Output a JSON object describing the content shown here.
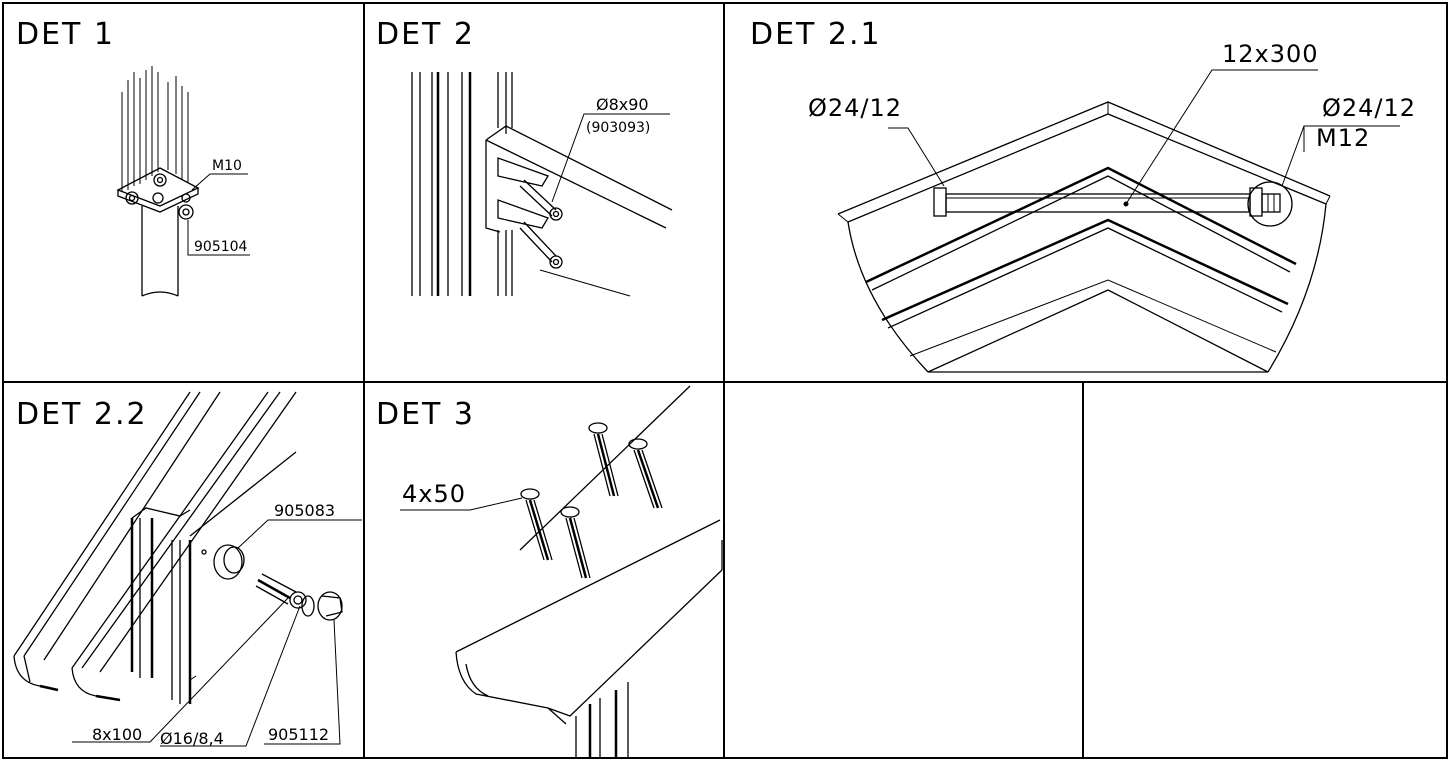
{
  "details": [
    {
      "title": "DET 1",
      "labels": [
        "M10",
        "905104"
      ]
    },
    {
      "title": "DET 2",
      "labels": [
        "Ø8x90",
        "(903093)"
      ]
    },
    {
      "title": "DET 2.1",
      "labels": [
        "12x300",
        "Ø24/12",
        "Ø24/12",
        "M12"
      ]
    },
    {
      "title": "DET 2.2",
      "labels": [
        "905083",
        "8x100",
        "Ø16/8,4",
        "905112"
      ]
    },
    {
      "title": "DET 3",
      "labels": [
        "4x50"
      ]
    }
  ]
}
